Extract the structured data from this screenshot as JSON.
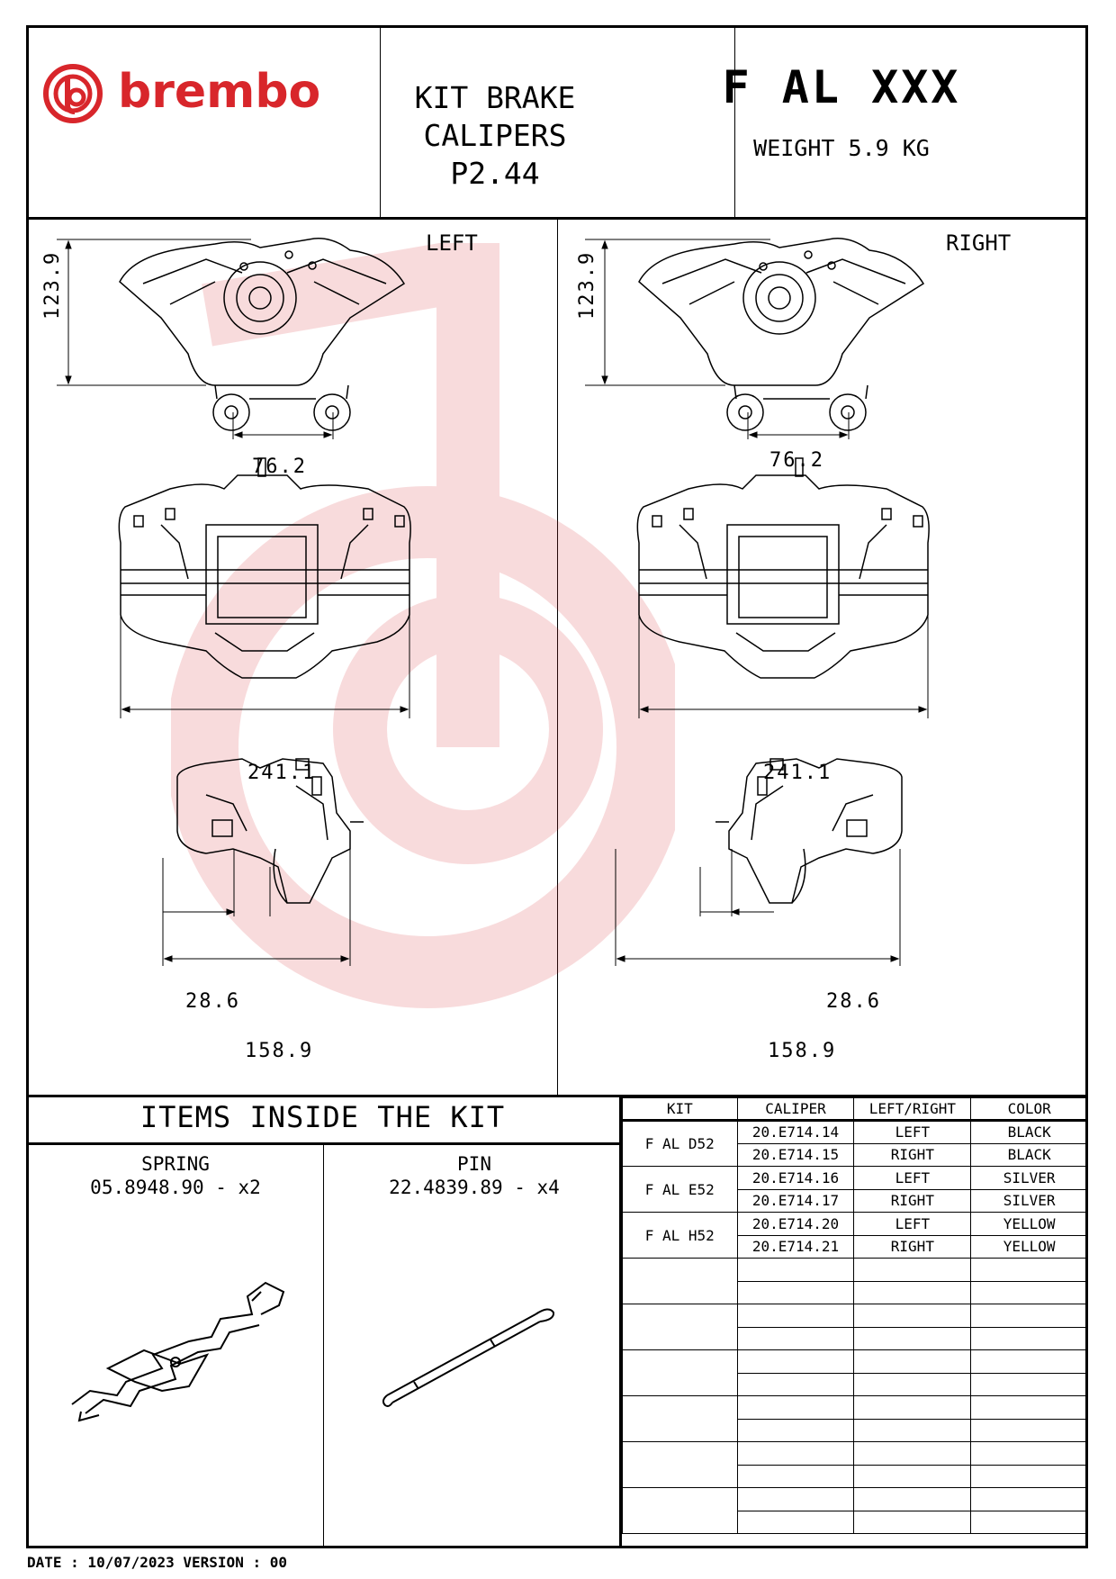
{
  "header": {
    "brand": "brembo",
    "title_line1": "KIT BRAKE CALIPERS",
    "title_line2": "P2.44",
    "code": "F AL XXX",
    "weight": "WEIGHT 5.9 KG"
  },
  "drawings": {
    "left_label": "LEFT",
    "right_label": "RIGHT",
    "left": {
      "height": "123.9",
      "mount": "76.2",
      "width": "241.1",
      "offset": "28.6",
      "depth": "158.9"
    },
    "right": {
      "height": "123.9",
      "mount": "76.2",
      "width": "241.1",
      "offset": "28.6",
      "depth": "158.9"
    }
  },
  "items": {
    "title": "ITEMS INSIDE THE KIT",
    "spring": {
      "name": "SPRING",
      "code": "05.8948.90 - x2"
    },
    "pin": {
      "name": "PIN",
      "code": "22.4839.89 - x4"
    }
  },
  "table": {
    "headers": [
      "KIT",
      "CALIPER",
      "LEFT/RIGHT",
      "COLOR"
    ],
    "groups": [
      {
        "kit": "F AL D52",
        "rows": [
          [
            "20.E714.14",
            "LEFT",
            "BLACK"
          ],
          [
            "20.E714.15",
            "RIGHT",
            "BLACK"
          ]
        ]
      },
      {
        "kit": "F AL E52",
        "rows": [
          [
            "20.E714.16",
            "LEFT",
            "SILVER"
          ],
          [
            "20.E714.17",
            "RIGHT",
            "SILVER"
          ]
        ]
      },
      {
        "kit": "F AL H52",
        "rows": [
          [
            "20.E714.20",
            "LEFT",
            "YELLOW"
          ],
          [
            "20.E714.21",
            "RIGHT",
            "YELLOW"
          ]
        ]
      }
    ]
  },
  "footer": {
    "text": "DATE : 10/07/2023 VERSION : 00"
  },
  "colors": {
    "brand_red": "#d8262b"
  }
}
